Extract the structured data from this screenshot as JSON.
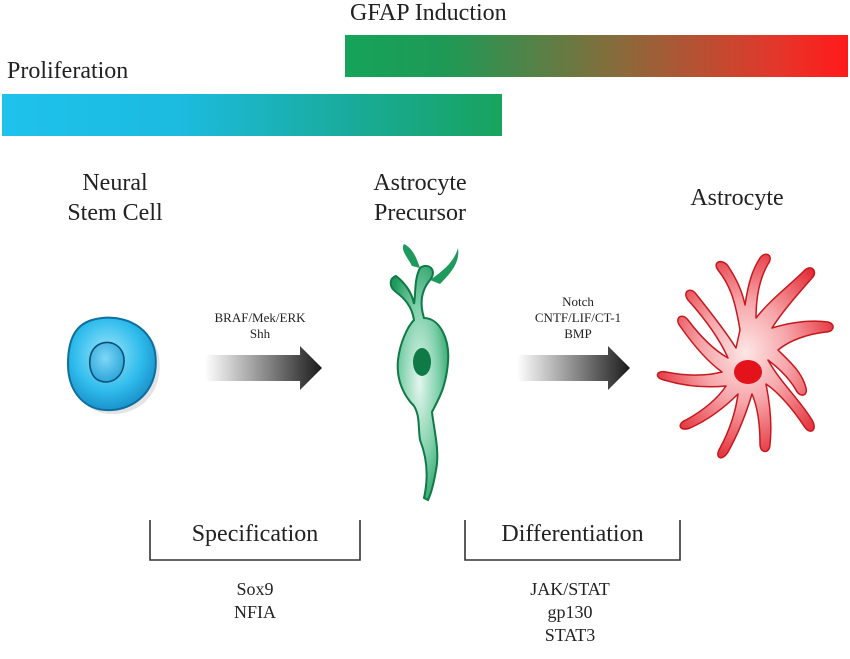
{
  "bars": {
    "gfap_label": "GFAP Induction",
    "proliferation_label": "Proliferation"
  },
  "cells": {
    "stem_line1": "Neural",
    "stem_line2": "Stem Cell",
    "precursor_line1": "Astrocyte",
    "precursor_line2": "Precursor",
    "astrocyte": "Astrocyte"
  },
  "arrows": {
    "first": [
      "BRAF/Mek/ERK",
      "Shh"
    ],
    "second": [
      "Notch",
      "CNTF/LIF/CT-1",
      "BMP"
    ]
  },
  "stages": {
    "specification": "Specification",
    "specification_factors": [
      "Sox9",
      "NFIA"
    ],
    "differentiation": "Differentiation",
    "differentiation_factors": [
      "JAK/STAT",
      "gp130",
      "STAT3"
    ]
  },
  "colors": {
    "stem_cell": "#29b6e8",
    "precursor": "#1e9a5c",
    "astrocyte": "#e8303a",
    "arrow": "#1a1a1a"
  }
}
